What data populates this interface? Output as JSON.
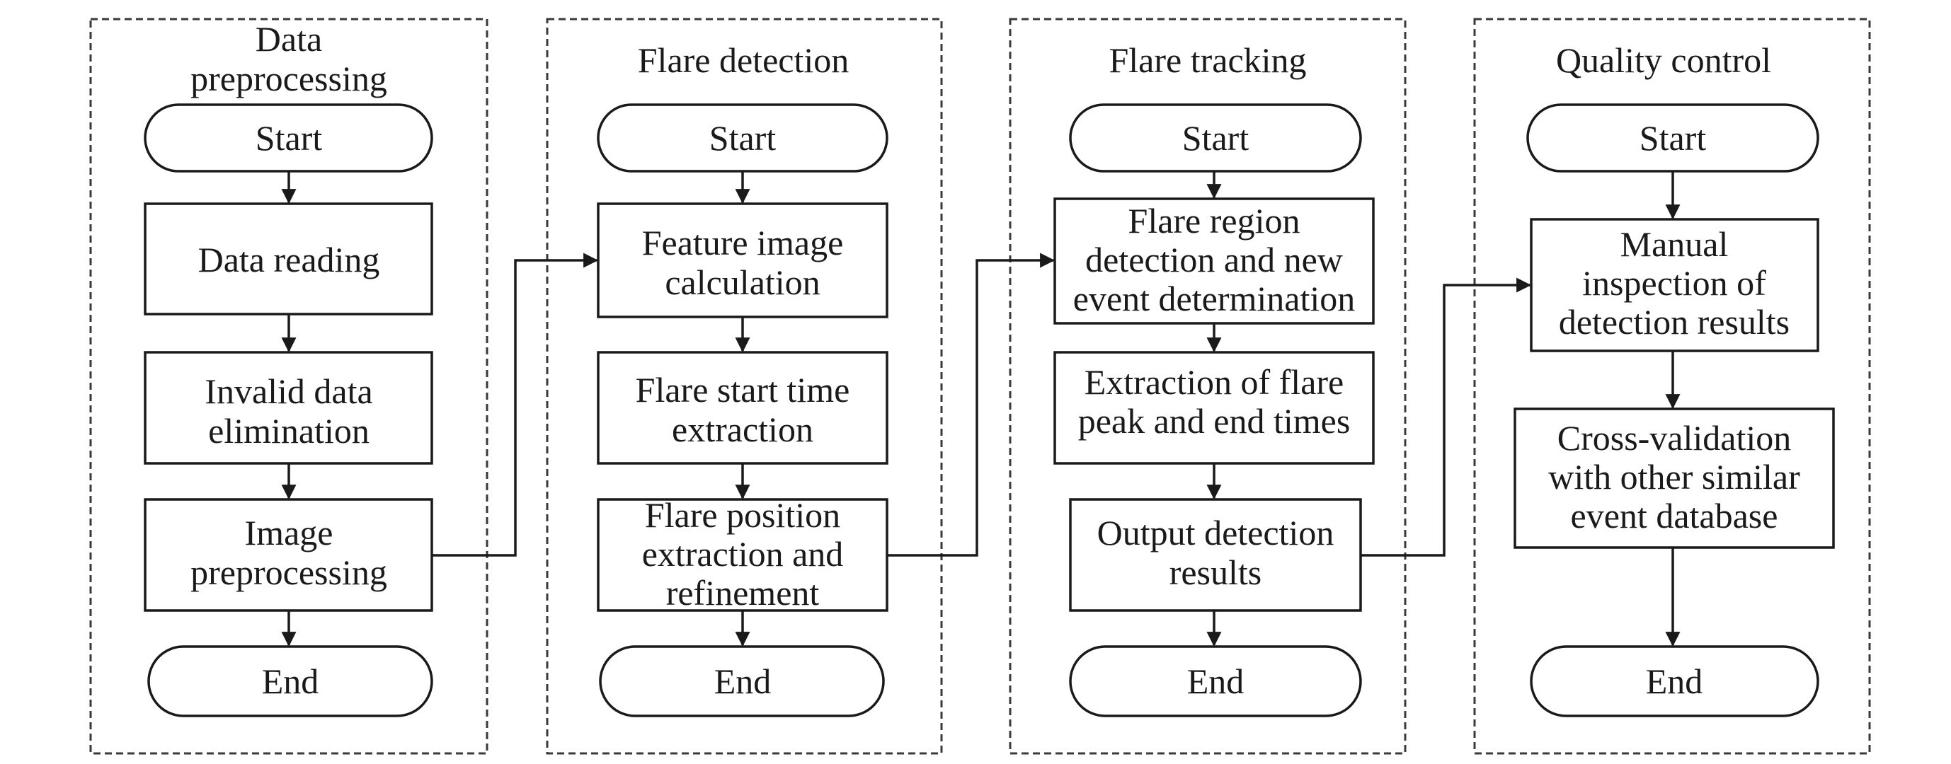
{
  "panels": [
    {
      "title": [
        "Data",
        "preprocessing"
      ],
      "start": "Start",
      "steps": [
        [
          "Data reading"
        ],
        [
          "Invalid data",
          "elimination"
        ],
        [
          "Image",
          "preprocessing"
        ]
      ],
      "end": "End"
    },
    {
      "title": [
        "Flare detection"
      ],
      "start": "Start",
      "steps": [
        [
          "Feature image",
          "calculation"
        ],
        [
          "Flare start time",
          "extraction"
        ],
        [
          "Flare position",
          "extraction and",
          "refinement"
        ]
      ],
      "end": "End"
    },
    {
      "title": [
        "Flare tracking"
      ],
      "start": "Start",
      "steps": [
        [
          "Flare region",
          "detection and new",
          "event determination"
        ],
        [
          "Extraction of flare",
          "peak and end times"
        ],
        [
          "Output detection",
          "results"
        ]
      ],
      "end": "End"
    },
    {
      "title": [
        "Quality control"
      ],
      "start": "Start",
      "steps": [
        [
          "Manual",
          "inspection of",
          "detection results"
        ],
        [
          "Cross-validation",
          "with other similar",
          "event database"
        ]
      ],
      "end": "End"
    }
  ]
}
